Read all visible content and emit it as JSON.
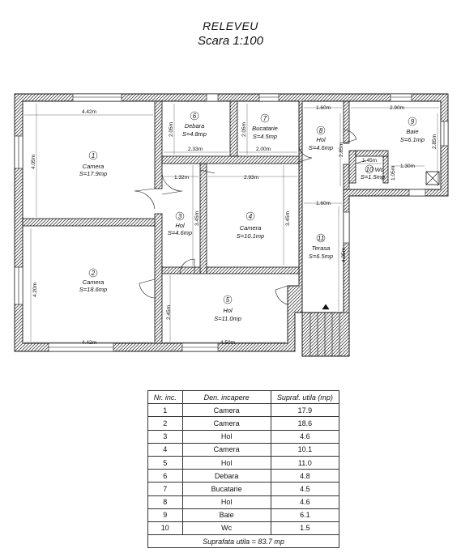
{
  "title": "RELEVEU",
  "scale": "Scara 1:100",
  "rooms": [
    {
      "no": "1",
      "name": "Camera",
      "area": "S=17.9mp"
    },
    {
      "no": "2",
      "name": "Camera",
      "area": "S=18.6mp"
    },
    {
      "no": "3",
      "name": "Hol",
      "area": "S=4.6mp"
    },
    {
      "no": "4",
      "name": "Camera",
      "area": "S=10.1mp"
    },
    {
      "no": "5",
      "name": "Hol",
      "area": "S=11.0mp"
    },
    {
      "no": "6",
      "name": "Debara",
      "area": "S=4.8mp"
    },
    {
      "no": "7",
      "name": "Bucatarie",
      "area": "S=4.5mp"
    },
    {
      "no": "8",
      "name": "Hol",
      "area": "S=4.6mp"
    },
    {
      "no": "9",
      "name": "Baie",
      "area": "S=6.1mp"
    },
    {
      "no": "10",
      "name": "Wc",
      "area": "S=1.5mp"
    },
    {
      "no": "11",
      "name": "Terasa",
      "area": "S=6.5mp"
    }
  ],
  "dimensions": {
    "d442a": "4.42m",
    "d405a": "4.05m",
    "d205a": "2.05m",
    "d233": "2.33m",
    "d205b": "2.05m",
    "d200": "2.00m",
    "d160a": "1.60m",
    "d290": "2.90m",
    "d285a": "2.85m",
    "d285b": "2.85m",
    "d145": "1.45m",
    "d105": "1.05m",
    "d130": "1.30m",
    "d132": "1.32m",
    "d293": "2.93m",
    "d345a": "3.45m",
    "d345b": "3.45m",
    "d160b": "1.60m",
    "d405b": "4.05m",
    "d420": "4.20m",
    "d245": "2.45m",
    "d442b": "4.42m",
    "d450": "4.50m"
  },
  "table": {
    "headers": [
      "Nr. inc.",
      "Den. incapere",
      "Supraf. utila (mp)"
    ],
    "rows": [
      [
        "1",
        "Camera",
        "17.9"
      ],
      [
        "2",
        "Camera",
        "18.6"
      ],
      [
        "3",
        "Hol",
        "4.6"
      ],
      [
        "4",
        "Camera",
        "10.1"
      ],
      [
        "5",
        "Hol",
        "11.0"
      ],
      [
        "6",
        "Debara",
        "4.8"
      ],
      [
        "7",
        "Bucatarie",
        "4.5"
      ],
      [
        "8",
        "Hol",
        "4.6"
      ],
      [
        "9",
        "Baie",
        "6.1"
      ],
      [
        "10",
        "Wc",
        "1.5"
      ]
    ],
    "total": "Suprafata utila = 83.7 mp"
  }
}
